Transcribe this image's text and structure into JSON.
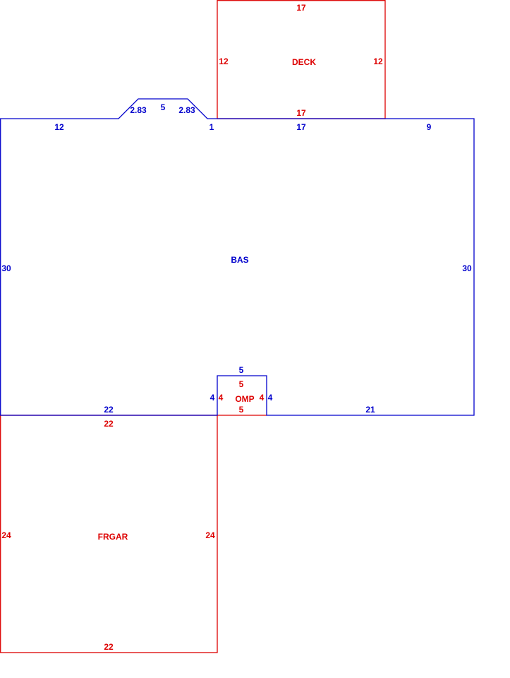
{
  "colors": {
    "primary": "#0000cc",
    "secondary": "#dd0000",
    "background": "#ffffff"
  },
  "areas": {
    "bas": {
      "name": "BAS",
      "dims": {
        "top_left": "12",
        "bump_left": "2.83",
        "bump_top": "5",
        "bump_right": "2.83",
        "top_small": "1",
        "top_mid": "17",
        "top_right": "9",
        "left": "30",
        "right": "30",
        "bottom_left": "22",
        "bottom_right": "21"
      }
    },
    "deck": {
      "name": "DECK",
      "dims": {
        "top": "17",
        "left": "12",
        "right": "12",
        "bottom": "17"
      }
    },
    "omp": {
      "name": "OMP",
      "dims_blue": {
        "top": "5",
        "left": "4",
        "right": "4"
      },
      "dims_red": {
        "top": "5",
        "left": "4",
        "right": "4",
        "bottom": "5"
      }
    },
    "frgar": {
      "name": "FRGAR",
      "dims": {
        "top": "22",
        "left": "24",
        "right": "24",
        "bottom": "22"
      }
    }
  }
}
